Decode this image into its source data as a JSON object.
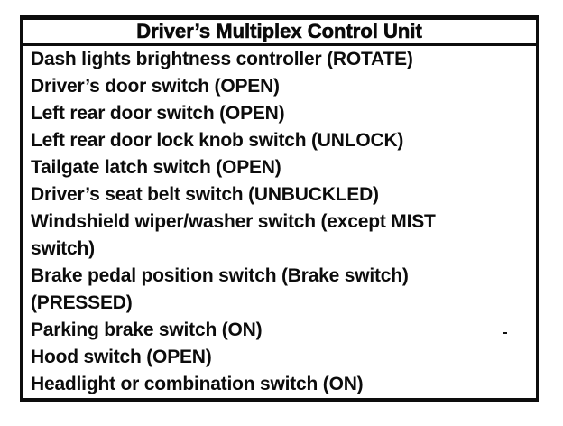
{
  "page": {
    "paper_color": "#ffffff",
    "ink_color": "#0d0d0d"
  },
  "table": {
    "title": "Driver’s Multiplex Control Unit",
    "items": [
      "Dash lights brightness controller (ROTATE)",
      "Driver’s door switch (OPEN)",
      "Left rear door switch (OPEN)",
      "Left rear door lock knob switch (UNLOCK)",
      "Tailgate latch switch (OPEN)",
      "Driver’s seat belt switch (UNBUCKLED)",
      "Windshield wiper/washer switch (except MIST\nswitch)",
      "Brake pedal position switch (Brake switch)\n(PRESSED)",
      "Parking brake switch (ON)",
      "Hood switch (OPEN)",
      "Headlight or combination switch (ON)"
    ]
  }
}
